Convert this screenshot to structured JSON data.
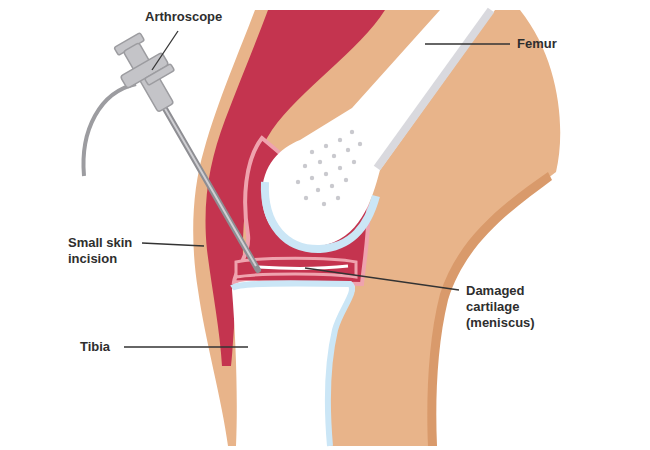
{
  "diagram": {
    "labels": [
      "Arthroscope",
      "Femur",
      "Small skin incision",
      "Tibia",
      "Damaged cartilage (meniscus)"
    ]
  }
}
